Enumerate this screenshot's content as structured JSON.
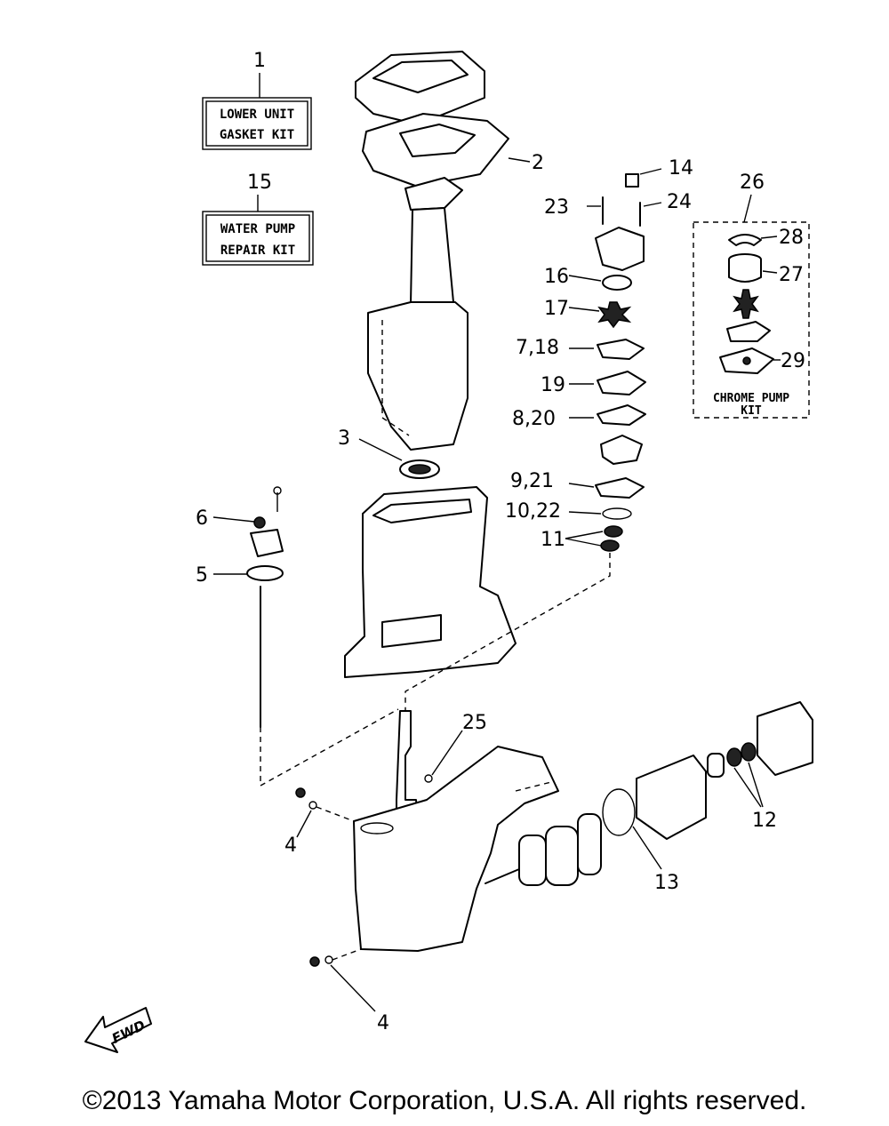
{
  "kits": {
    "gasket": {
      "number": "1",
      "line1": "LOWER UNIT",
      "line2": "GASKET KIT"
    },
    "water_pump": {
      "number": "15",
      "line1": "WATER PUMP",
      "line2": "REPAIR KIT"
    },
    "chrome_pump": {
      "number": "26",
      "line1": "CHROME PUMP",
      "line2": "KIT"
    }
  },
  "callouts": {
    "c2": "2",
    "c3": "3",
    "c4a": "4",
    "c4b": "4",
    "c5": "5",
    "c6": "6",
    "c7_18": "7,18",
    "c8_20": "8,20",
    "c9_21": "9,21",
    "c10_22": "10,22",
    "c11": "11",
    "c12": "12",
    "c13": "13",
    "c14": "14",
    "c16": "16",
    "c17": "17",
    "c19": "19",
    "c23": "23",
    "c24": "24",
    "c25": "25",
    "c27": "27",
    "c28": "28",
    "c29": "29"
  },
  "fwd_label": "FWD",
  "copyright": "©2013 Yamaha Motor Corporation, U.S.A. All rights reserved."
}
